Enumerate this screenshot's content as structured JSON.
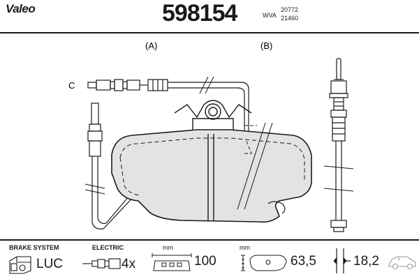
{
  "header": {
    "brand": "Valeo",
    "part_number": "598154",
    "wva_label": "WVA",
    "wva_numbers": [
      "20772",
      "21460"
    ]
  },
  "drawing": {
    "label_a": "(A)",
    "label_b": "(B)",
    "label_c": "C"
  },
  "footer": {
    "brake_system_label": "BRAKE SYSTEM",
    "brake_system_value": "LUC",
    "electric_label": "ELECTRIC",
    "electric_value": "4x",
    "width_unit": "mm",
    "width_value": "100",
    "height_unit": "mm",
    "height_value": "63,5",
    "thickness_value": "18,2"
  }
}
